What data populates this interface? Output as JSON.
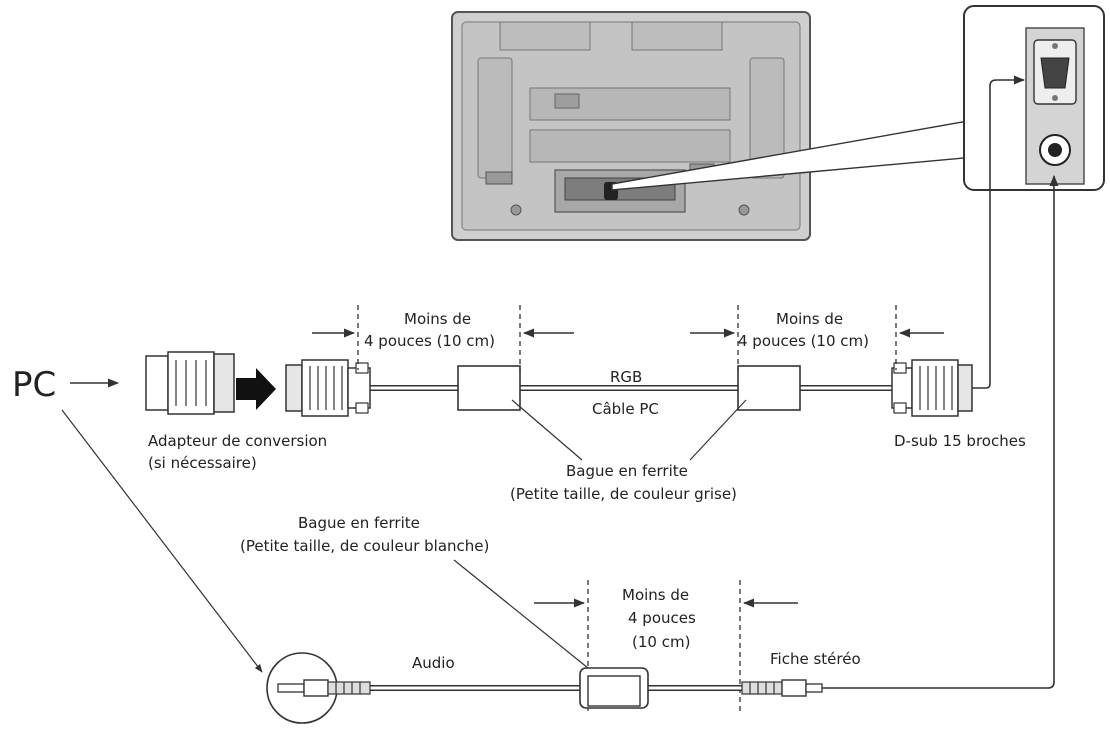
{
  "labels": {
    "pc": "PC",
    "distance1_line1": "Moins de",
    "distance1_line2": "4 pouces (10 cm)",
    "distance2_line1": "Moins de",
    "distance2_line2": "4 pouces (10 cm)",
    "rgb": "RGB",
    "pc_cable": "Câble PC",
    "adapter_line1": "Adapteur de conversion",
    "adapter_line2": "(si nécessaire)",
    "dsub": "D-sub 15 broches",
    "ferrite_grey_line1": "Bague en ferrite",
    "ferrite_grey_line2": "(Petite taille, de couleur grise)",
    "ferrite_white_line1": "Bague en ferrite",
    "ferrite_white_line2": "(Petite taille, de couleur blanche)",
    "distance3_line1": "Moins de",
    "distance3_line2": "4 pouces",
    "distance3_line3": "(10 cm)",
    "audio": "Audio",
    "stereo_plug": "Fiche stéréo"
  }
}
